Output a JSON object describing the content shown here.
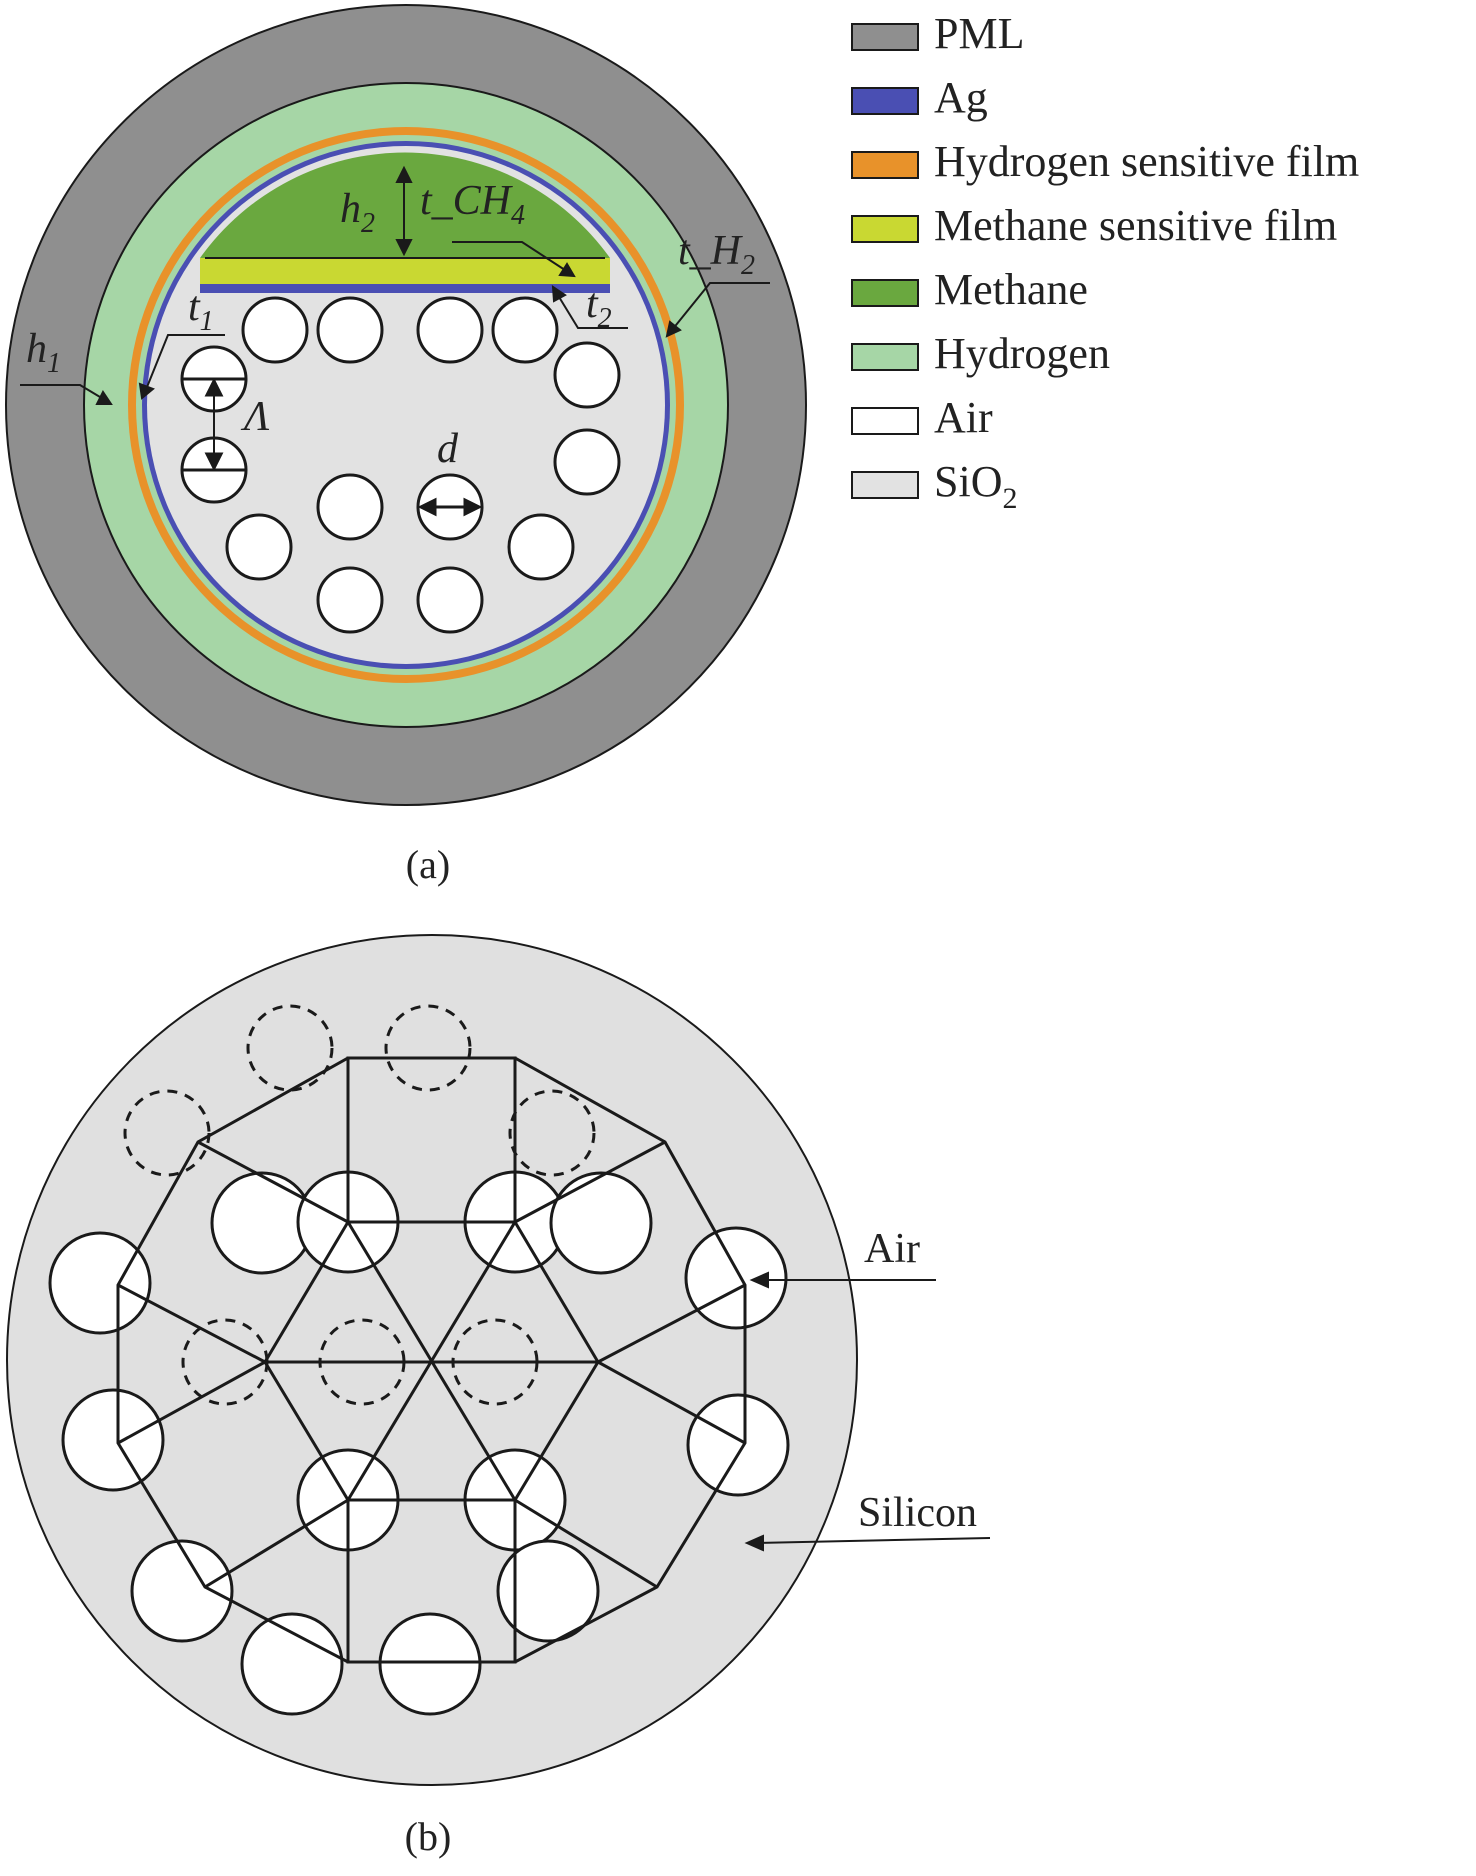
{
  "colors": {
    "pml": "#8f8f8f",
    "ag": "#4a4fb3",
    "hydrogen_film": "#e8922a",
    "methane_film": "#c9d832",
    "methane": "#6aa83f",
    "hydrogen": "#a6d6a6",
    "air": "#ffffff",
    "sio2": "#e2e2e2",
    "silicon": "#e0e0e0",
    "line": "#1a1a1a"
  },
  "legend": [
    {
      "key": "pml",
      "label": "PML"
    },
    {
      "key": "ag",
      "label": "Ag"
    },
    {
      "key": "hydrogen_film",
      "label": "Hydrogen sensitive film"
    },
    {
      "key": "methane_film",
      "label": "Methane sensitive film"
    },
    {
      "key": "methane",
      "label": "Methane"
    },
    {
      "key": "hydrogen",
      "label": "Hydrogen"
    },
    {
      "key": "air",
      "label": "Air"
    },
    {
      "key": "sio2",
      "label": "SiO",
      "sub": "2"
    }
  ],
  "panel_a": {
    "caption": "(a)",
    "labels": {
      "h1": "h",
      "h1_sub": "1",
      "h2": "h",
      "h2_sub": "2",
      "t1": "t",
      "t1_sub": "1",
      "t2": "t",
      "t2_sub": "2",
      "t_ch4": "t_CH",
      "t_ch4_sub": "4",
      "t_h2": "t_H",
      "t_h2_sub": "2",
      "lambda": "Λ",
      "d": "d"
    }
  },
  "panel_b": {
    "caption": "(b)",
    "air_label": "Air",
    "silicon_label": "Silicon"
  }
}
